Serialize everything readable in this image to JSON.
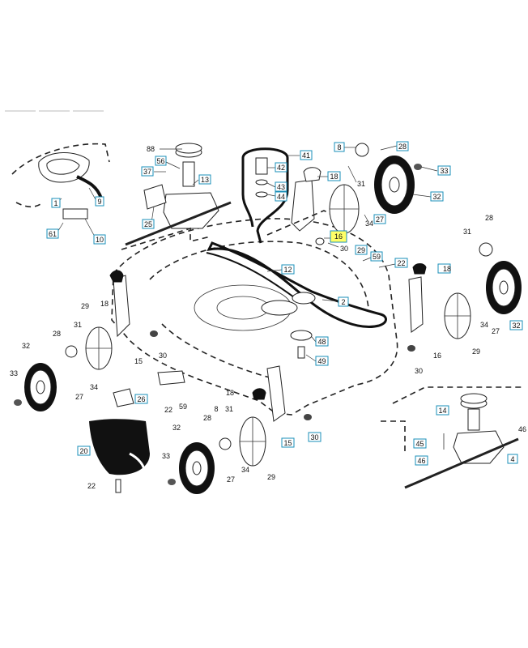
{
  "callouts": [
    {
      "text": "88",
      "boxed": false
    },
    {
      "text": "56",
      "boxed": true
    },
    {
      "text": "37",
      "boxed": true
    },
    {
      "text": "13",
      "boxed": true
    },
    {
      "text": "25",
      "boxed": true
    },
    {
      "text": "1",
      "boxed": true
    },
    {
      "text": "9",
      "boxed": true
    },
    {
      "text": "61",
      "boxed": true
    },
    {
      "text": "10",
      "boxed": true
    },
    {
      "text": "41",
      "boxed": true
    },
    {
      "text": "42",
      "boxed": true
    },
    {
      "text": "43",
      "boxed": true
    },
    {
      "text": "44",
      "boxed": true
    },
    {
      "text": "18",
      "boxed": true
    },
    {
      "text": "8",
      "boxed": true
    },
    {
      "text": "28",
      "boxed": true
    },
    {
      "text": "33",
      "boxed": true
    },
    {
      "text": "31",
      "boxed": false
    },
    {
      "text": "32",
      "boxed": true
    },
    {
      "text": "34",
      "boxed": false
    },
    {
      "text": "27",
      "boxed": true
    },
    {
      "text": "16",
      "boxed": true,
      "highlight": true
    },
    {
      "text": "30",
      "boxed": false
    },
    {
      "text": "29",
      "boxed": true
    },
    {
      "text": "59",
      "boxed": true
    },
    {
      "text": "22",
      "boxed": true
    },
    {
      "text": "12",
      "boxed": true
    },
    {
      "text": "2",
      "boxed": true
    },
    {
      "text": "28",
      "boxed": false
    },
    {
      "text": "31",
      "boxed": false
    },
    {
      "text": "18",
      "boxed": true
    },
    {
      "text": "32",
      "boxed": true
    },
    {
      "text": "34",
      "boxed": false
    },
    {
      "text": "27",
      "boxed": false
    },
    {
      "text": "29",
      "boxed": false
    },
    {
      "text": "16",
      "boxed": false
    },
    {
      "text": "30",
      "boxed": false
    },
    {
      "text": "18",
      "boxed": false
    },
    {
      "text": "29",
      "boxed": false
    },
    {
      "text": "31",
      "boxed": false
    },
    {
      "text": "28",
      "boxed": false
    },
    {
      "text": "32",
      "boxed": false
    },
    {
      "text": "33",
      "boxed": false
    },
    {
      "text": "27",
      "boxed": false
    },
    {
      "text": "34",
      "boxed": false
    },
    {
      "text": "15",
      "boxed": false
    },
    {
      "text": "30",
      "boxed": false
    },
    {
      "text": "48",
      "boxed": true
    },
    {
      "text": "49",
      "boxed": true
    },
    {
      "text": "26",
      "boxed": true
    },
    {
      "text": "22",
      "boxed": false
    },
    {
      "text": "59",
      "boxed": false
    },
    {
      "text": "18",
      "boxed": false
    },
    {
      "text": "8",
      "boxed": false
    },
    {
      "text": "31",
      "boxed": false
    },
    {
      "text": "28",
      "boxed": false
    },
    {
      "text": "32",
      "boxed": false
    },
    {
      "text": "33",
      "boxed": false
    },
    {
      "text": "27",
      "boxed": false
    },
    {
      "text": "34",
      "boxed": false
    },
    {
      "text": "29",
      "boxed": false
    },
    {
      "text": "15",
      "boxed": true
    },
    {
      "text": "30",
      "boxed": true
    },
    {
      "text": "20",
      "boxed": true
    },
    {
      "text": "22",
      "boxed": false
    },
    {
      "text": "14",
      "boxed": true
    },
    {
      "text": "46",
      "boxed": false
    },
    {
      "text": "45",
      "boxed": true
    },
    {
      "text": "46",
      "boxed": true
    },
    {
      "text": "4",
      "boxed": true
    }
  ],
  "colors": {
    "callout_border": "#1a8fb8",
    "highlight_fill": "#ffff66",
    "line": "#222222"
  }
}
